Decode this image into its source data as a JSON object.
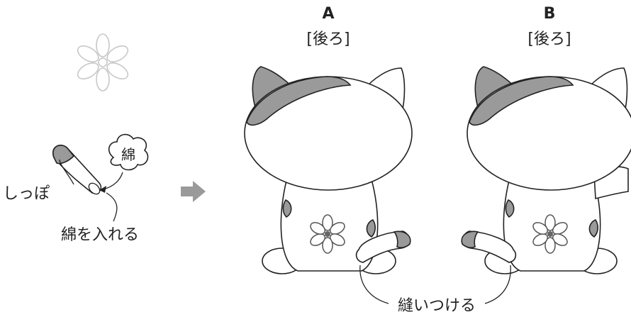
{
  "panels": {
    "a": {
      "letter": "A",
      "caption": "[後ろ]"
    },
    "b": {
      "letter": "B",
      "caption": "[後ろ]"
    }
  },
  "labels": {
    "tail": "しっぽ",
    "cotton": "綿",
    "insert_cotton": "綿を入れる",
    "sew_on": "縫いつける"
  },
  "icons": [
    "flower-icon",
    "tail-icon",
    "cotton-ball-icon",
    "right-arrow-icon",
    "cat-back-a",
    "cat-back-b"
  ],
  "colors": {
    "accent_gray": "#9a9a9a",
    "light_gray": "#c8c8c8",
    "outline": "#222222"
  }
}
